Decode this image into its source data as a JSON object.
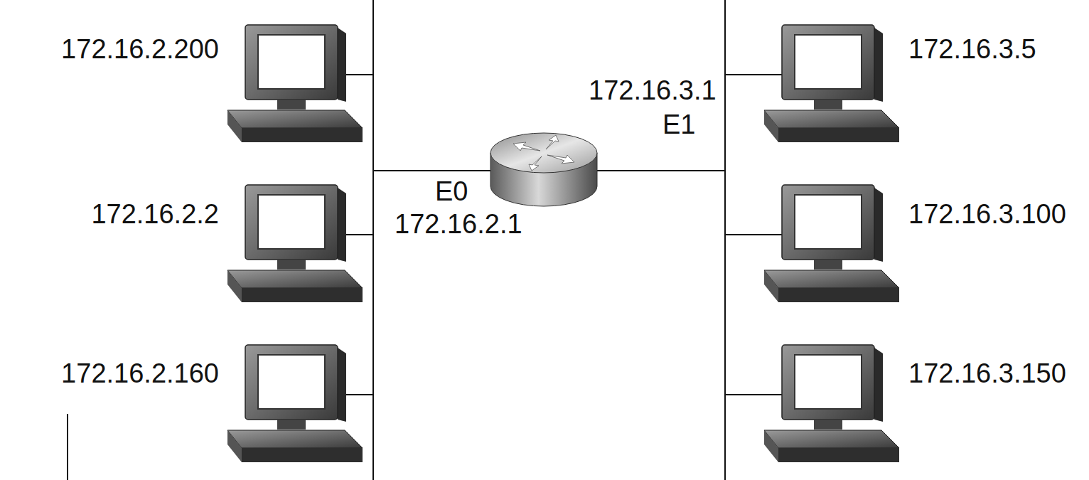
{
  "diagram": {
    "labels": [
      "172.16.2.200",
      "172.16.2.2",
      "172.16.2.160",
      "E0",
      "172.16.2.1",
      "172.16.3.1",
      "E1",
      "172.16.3.5",
      "172.16.3.100",
      "172.16.3.150"
    ]
  }
}
